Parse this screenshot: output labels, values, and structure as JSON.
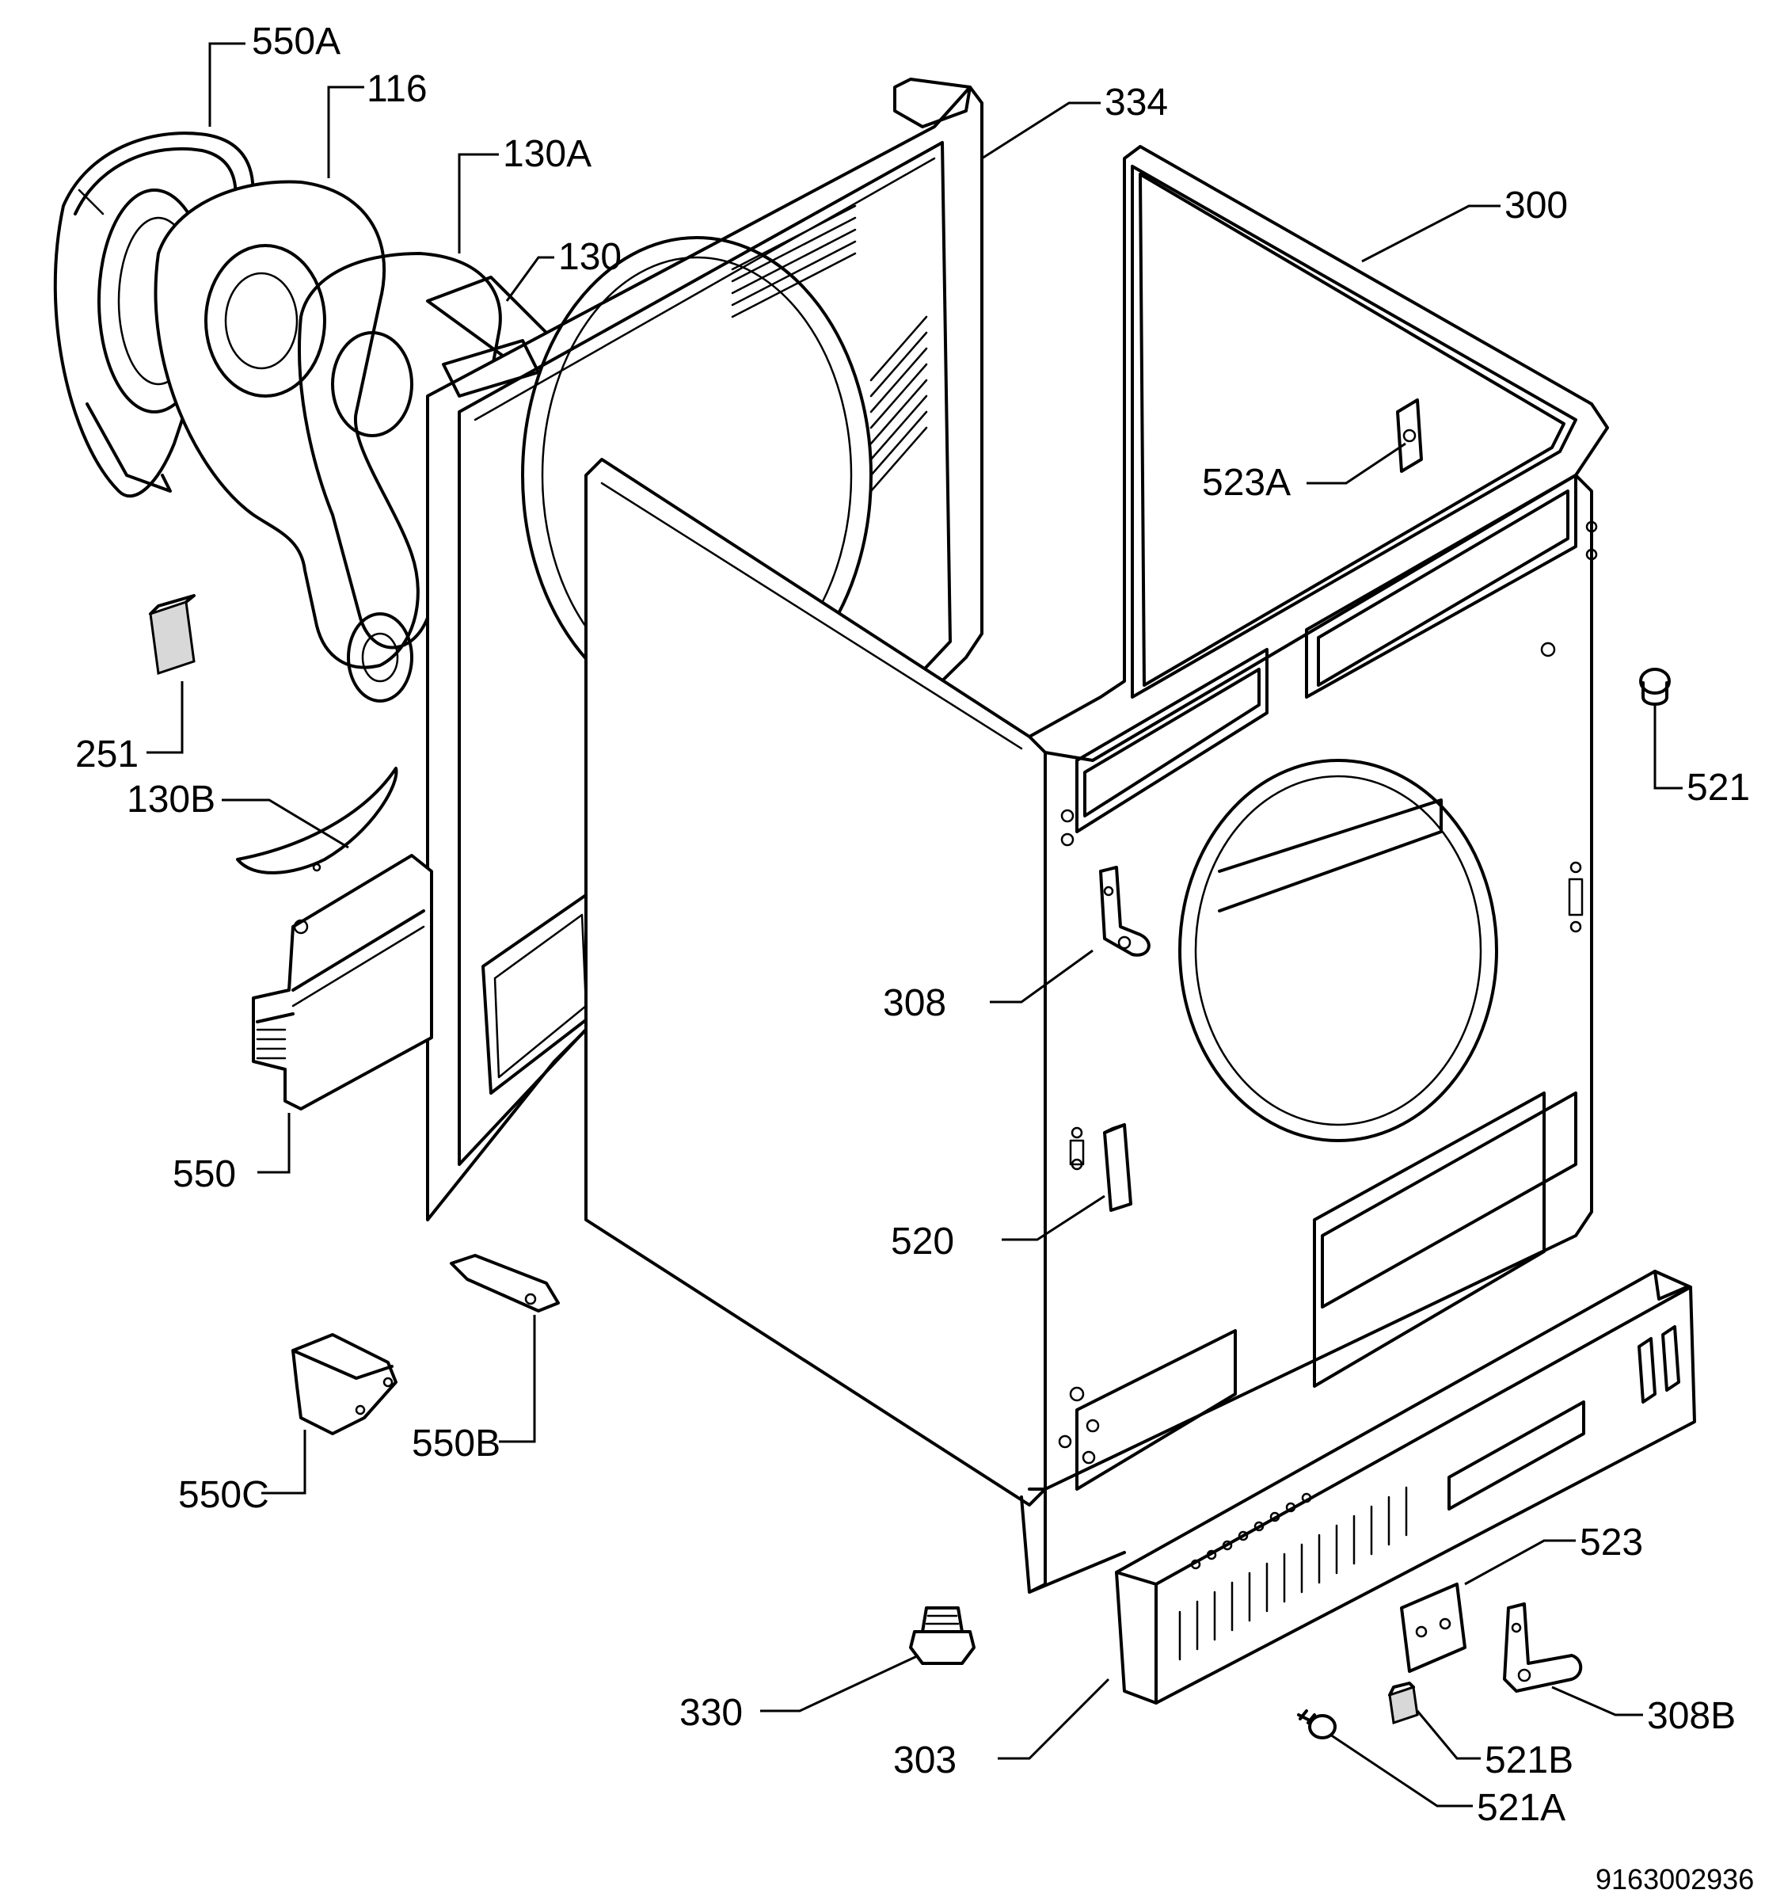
{
  "labels": {
    "l550a": "550A",
    "l116": "116",
    "l130a": "130A",
    "l130": "130",
    "l334": "334",
    "l300": "300",
    "l523a": "523A",
    "l251": "251",
    "l521": "521",
    "l130b": "130B",
    "l308": "308",
    "l550": "550",
    "l520": "520",
    "l550b": "550B",
    "l550c": "550C",
    "l523": "523",
    "l330": "330",
    "l308b": "308B",
    "l303": "303",
    "l521b": "521B",
    "l521a": "521A"
  },
  "document_number": "9163002936"
}
